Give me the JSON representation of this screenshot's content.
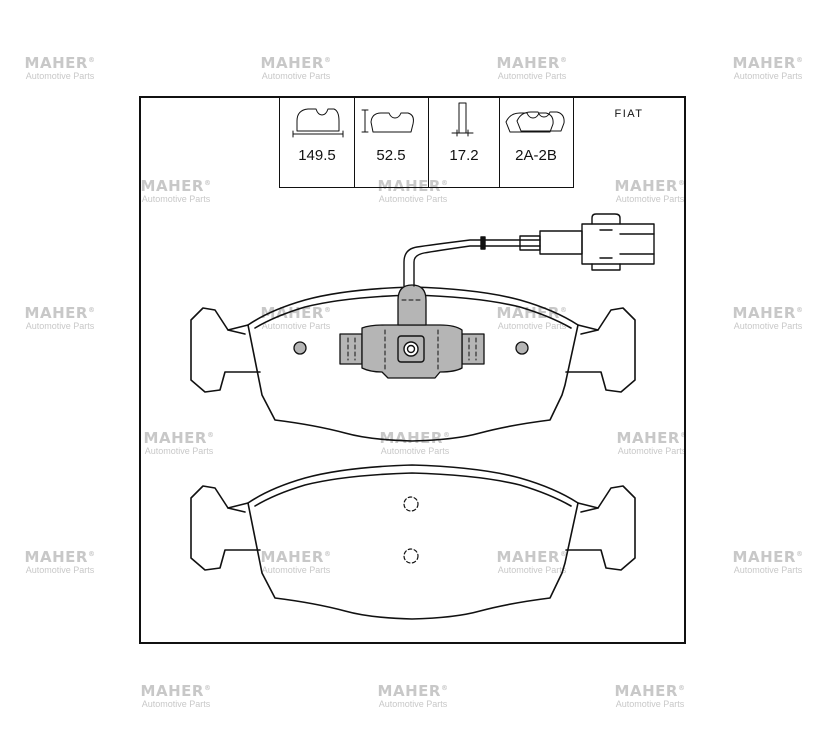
{
  "watermark": {
    "brand": "MAHER",
    "mark": "®",
    "subtitle": "Automotive Parts"
  },
  "specs": {
    "length": "149.5",
    "height": "52.5",
    "thickness": "17.2",
    "wva": "2A-2B"
  },
  "vehicle_brand": "FIAT",
  "colors": {
    "outline": "#111111",
    "fill_grey": "#b5b5b5",
    "watermark": "#c8c8c8"
  }
}
